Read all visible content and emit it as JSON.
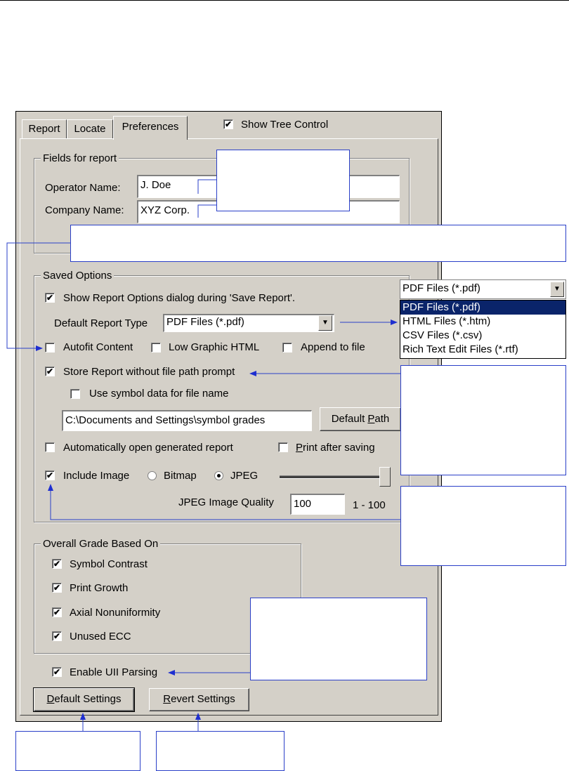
{
  "tabs": [
    {
      "label": "Report"
    },
    {
      "label": "Locate"
    },
    {
      "label": "Preferences"
    }
  ],
  "show_tree_control": {
    "label": "Show Tree Control",
    "checked": true
  },
  "fields_for_report": {
    "legend": "Fields for report",
    "operator_label": "Operator Name:",
    "operator_value": "J. Doe",
    "company_label": "Company Name:",
    "company_value": "XYZ Corp."
  },
  "saved_options": {
    "legend": "Saved Options",
    "show_dialog": {
      "label": "Show Report Options dialog during 'Save Report'.",
      "checked": true
    },
    "default_type_label": "Default Report Type",
    "default_type_value": "PDF Files (*.pdf)",
    "autofit": {
      "label": "Autofit Content",
      "checked": false
    },
    "low_graphic": {
      "label": "Low Graphic HTML",
      "checked": false
    },
    "append": {
      "label": "Append to file",
      "checked": false
    },
    "store_without_prompt": {
      "label": "Store Report without file path prompt",
      "checked": true
    },
    "use_symbol_data": {
      "label": "Use symbol data for file name",
      "checked": false
    },
    "path_value": "C:\\Documents and Settings\\symbol grades",
    "default_path_pre": "Default ",
    "default_path_u": "P",
    "default_path_post": "ath",
    "auto_open": {
      "label": "Automatically open generated report",
      "checked": false
    },
    "print_pre": "",
    "print_u": "P",
    "print_post": "rint after saving",
    "print_checked": false,
    "include_image": {
      "label": "Include Image",
      "checked": true
    },
    "bitmap_label": "Bitmap",
    "jpeg_label": "JPEG",
    "image_format": "JPEG",
    "jpeg_quality_label": "JPEG Image Quality",
    "jpeg_quality_value": "100",
    "jpeg_quality_range": "1 - 100",
    "jpeg_quality_slider": 1.0
  },
  "overall_grade": {
    "legend": "Overall Grade Based On",
    "items": [
      {
        "label": "Symbol Contrast",
        "checked": true
      },
      {
        "label": "Print Growth",
        "checked": true
      },
      {
        "label": "Axial Nonuniformity",
        "checked": true
      },
      {
        "label": "Unused ECC",
        "checked": true
      }
    ]
  },
  "uii_parsing": {
    "label": "Enable UII Parsing",
    "checked": true
  },
  "buttons": {
    "default_u": "D",
    "default_rest": "efault Settings",
    "revert_u": "R",
    "revert_rest": "evert Settings"
  },
  "report_type_dropdown": {
    "selected": "PDF Files (*.pdf)",
    "options": [
      "PDF Files (*.pdf)",
      "HTML Files (*.htm)",
      "CSV Files (*.csv)",
      "Rich Text Edit Files (*.rtf)"
    ]
  },
  "check_glyph": "✔",
  "arrow_glyph": "▼",
  "colors": {
    "dialog_bg": "#d4d0c8",
    "callout_border": "#2a3fc8",
    "selection": "#0a246a"
  }
}
